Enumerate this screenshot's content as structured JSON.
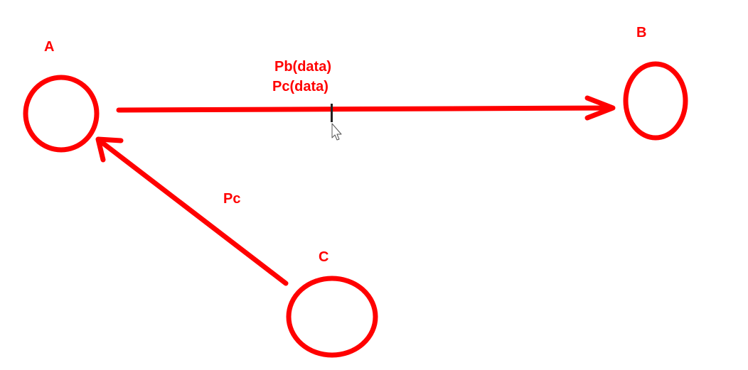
{
  "colors": {
    "stroke": "#ff0000",
    "label": "#ff0000",
    "background": "#ffffff",
    "cursor_fill": "#ffffff",
    "cursor_stroke": "#555555",
    "caret": "#222222"
  },
  "nodes": {
    "a": {
      "label": "A"
    },
    "b": {
      "label": "B"
    },
    "c": {
      "label": "C"
    }
  },
  "edges": {
    "a_to_b": {
      "label_line1": "Pb(data)",
      "label_line2": "Pc(data)"
    },
    "c_to_a": {
      "label": "Pc"
    }
  },
  "cursor": {
    "icon": "mouse-pointer-icon"
  }
}
